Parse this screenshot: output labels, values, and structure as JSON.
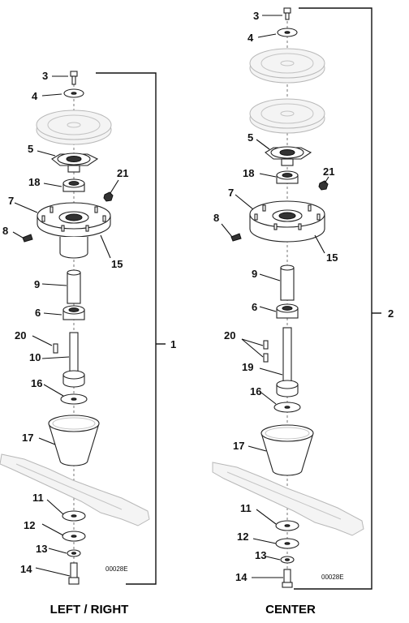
{
  "left_assembly": {
    "heading": "LEFT / RIGHT",
    "bracket_label": "1",
    "drawing_code": "00028E",
    "callouts": [
      "3",
      "4",
      "5",
      "18",
      "21",
      "7",
      "8",
      "15",
      "9",
      "6",
      "20",
      "10",
      "16",
      "17",
      "11",
      "12",
      "13",
      "14"
    ]
  },
  "center_assembly": {
    "heading": "CENTER",
    "bracket_label": "2",
    "drawing_code": "00028E",
    "callouts": [
      "3",
      "4",
      "5",
      "18",
      "21",
      "7",
      "8",
      "15",
      "9",
      "6",
      "20",
      "19",
      "16",
      "17",
      "11",
      "12",
      "13",
      "14"
    ]
  }
}
